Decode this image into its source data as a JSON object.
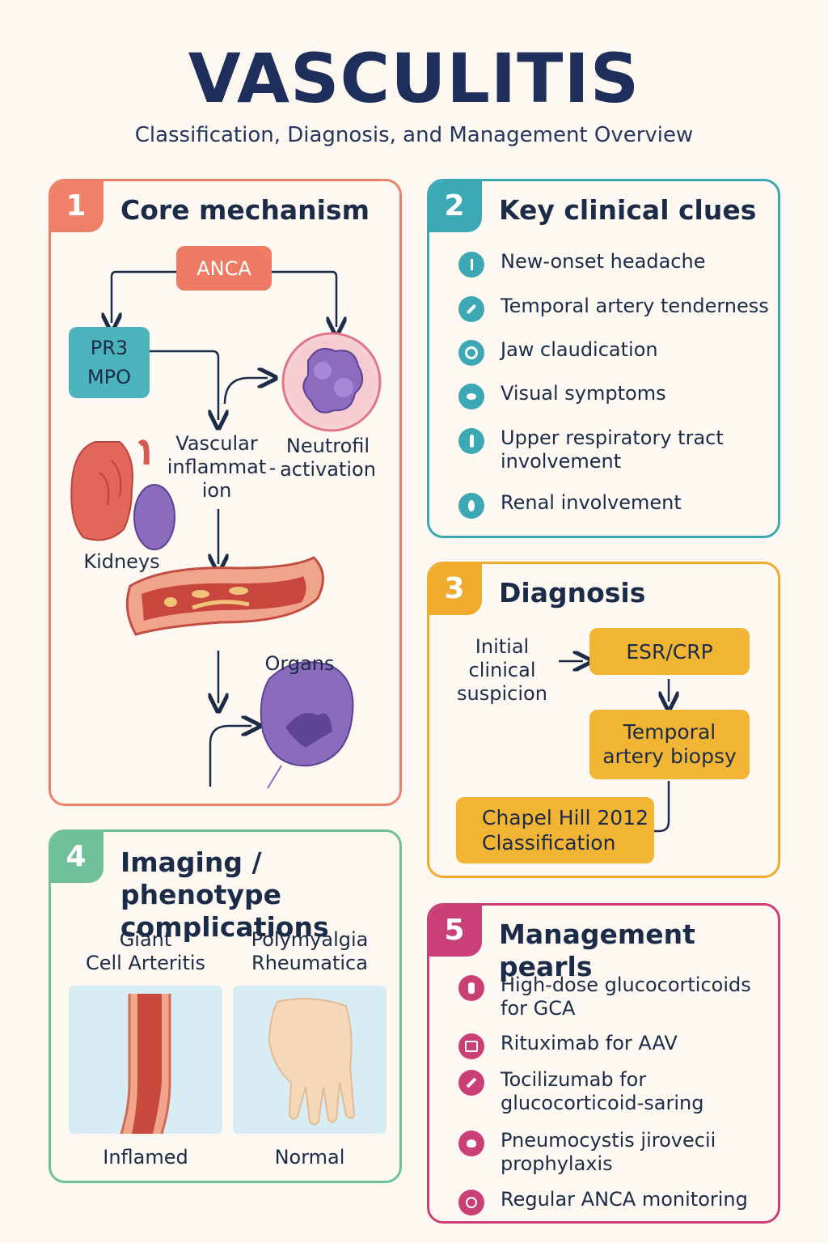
{
  "header": {
    "title": "VASCULITIS",
    "subtitle": "Classification, Diagnosis, and Management Overview"
  },
  "colors": {
    "panel1": "#ee8068",
    "panel2": "#3ba8b4",
    "panel3": "#f0ab2e",
    "panel4": "#6fbf9a",
    "panel5": "#cb3f77",
    "navy": "#1c2b47"
  },
  "panel1": {
    "number": "1",
    "title": "Core mechanism",
    "anca": "ANCA",
    "pr3": "PR3",
    "mpo": "MPO",
    "vascular_line1": "Vascular",
    "vascular_line2": "inflammat",
    "vascular_line3": "ion",
    "hyphen": "-",
    "neutrofil_line1": "Neutrofil",
    "neutrofil_line2": "activation",
    "kidneys": "Kidneys",
    "organs": "Organs"
  },
  "panel2": {
    "number": "2",
    "title": "Key clinical clues",
    "items": [
      {
        "line1": "New-onset headache",
        "line2": "",
        "icon": "headache-icon"
      },
      {
        "line1": "Temporal artery tenderness",
        "line2": "",
        "icon": "artery-icon"
      },
      {
        "line1": "Jaw claudication",
        "line2": "",
        "icon": "jaw-icon"
      },
      {
        "line1": "Visual symptoms",
        "line2": "",
        "icon": "eye-icon"
      },
      {
        "line1": "Upper respiratory tract",
        "line2": "involvement",
        "icon": "thermometer-icon"
      },
      {
        "line1": "Renal involvement",
        "line2": "",
        "icon": "kidney-icon"
      }
    ]
  },
  "panel3": {
    "number": "3",
    "title": "Diagnosis",
    "suspicion_line1": "Initial",
    "suspicion_line2": "clinical",
    "suspicion_line3": "suspicion",
    "esr": "ESR/CRP",
    "biopsy_line1": "Temporal",
    "biopsy_line2": "artery biopsy",
    "chapel_line1": "Chapel Hill 2012",
    "chapel_line2": "Classification"
  },
  "panel4": {
    "number": "4",
    "title_line1": "Imaging / phenotype",
    "title_line2": "complications",
    "gca_line1": "Giant",
    "gca_line2": "Cell Arteritis",
    "pmr_line1": "Polymyalgia",
    "pmr_line2": "Rheumatica",
    "inflamed": "Inflamed",
    "normal": "Normal"
  },
  "panel5": {
    "number": "5",
    "title": "Management pearls",
    "items": [
      {
        "line1": "High-dose glucocorticoids",
        "line2": "for GCA",
        "icon": "person-icon"
      },
      {
        "line1": "Rituximab for AAV",
        "line2": "",
        "icon": "iv-bag-icon"
      },
      {
        "line1": "Tocilizumab for",
        "line2": "glucocorticoid-saring",
        "icon": "syringe-icon"
      },
      {
        "line1": "Pneumocystis jirovecii",
        "line2": "prophylaxis",
        "icon": "lung-icon"
      },
      {
        "line1": "Regular ANCA monitoring",
        "line2": "",
        "icon": "monitor-icon"
      }
    ]
  }
}
